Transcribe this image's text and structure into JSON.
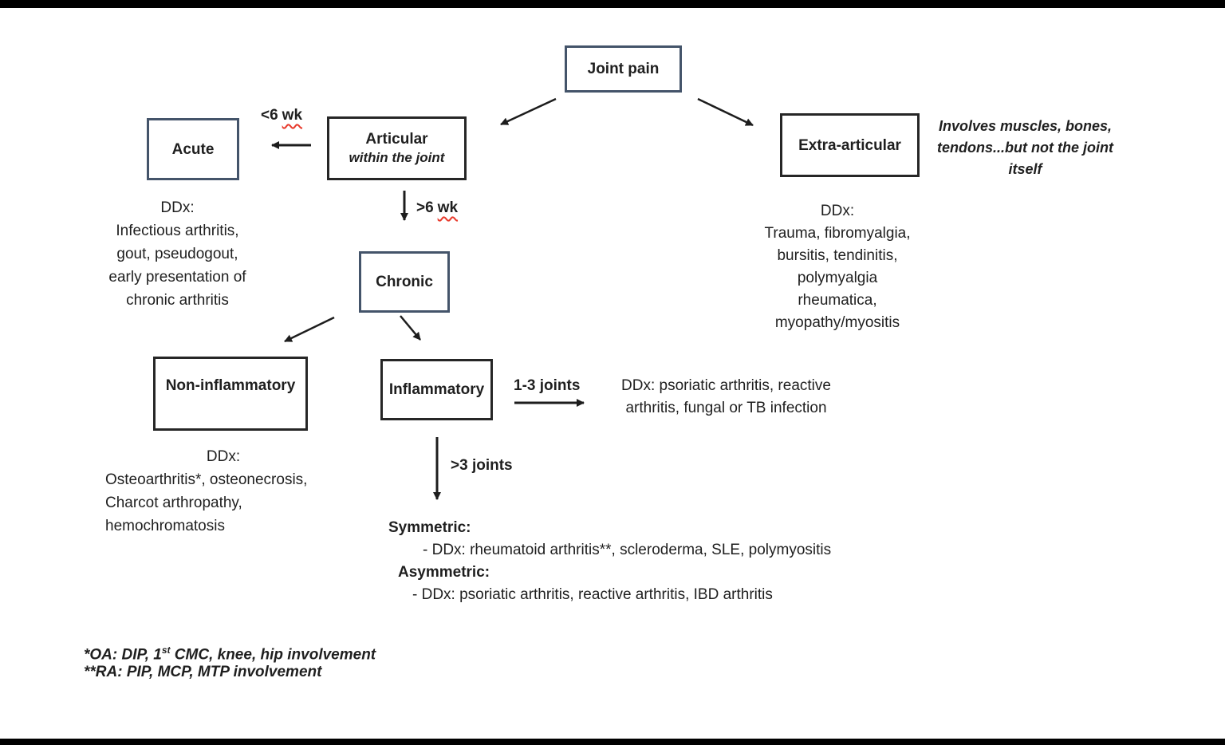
{
  "nodes": {
    "joint_pain": {
      "label": "Joint pain"
    },
    "acute": {
      "label": "Acute"
    },
    "articular": {
      "label": "Articular",
      "sublabel": "within the joint"
    },
    "extra_articular": {
      "label": "Extra-articular"
    },
    "chronic": {
      "label": "Chronic"
    },
    "non_inflammatory": {
      "label": "Non-inflammatory"
    },
    "inflammatory": {
      "label": "Inflammatory"
    }
  },
  "edges": {
    "lt6wk": {
      "prefix": "<6",
      "word": "wk"
    },
    "gt6wk": {
      "prefix": ">6",
      "word": "wk"
    },
    "joints13": {
      "label": "1-3 joints"
    },
    "joints3plus": {
      "label": ">3 joints"
    }
  },
  "notes": {
    "acute_ddx": {
      "lines": [
        "DDx:",
        "Infectious arthritis,",
        "gout, pseudogout,",
        "early presentation of",
        "chronic arthritis"
      ]
    },
    "extra_articular_note": {
      "lines": [
        "Involves muscles, bones,",
        "tendons...but not the joint",
        "itself"
      ]
    },
    "extra_articular_ddx": {
      "lines": [
        "DDx:",
        "Trauma, fibromyalgia,",
        "bursitis, tendinitis,",
        "polymyalgia",
        "rheumatica,",
        "myopathy/myositis"
      ]
    },
    "non_inflammatory_ddx": {
      "title": "DDx:",
      "lines": [
        "Osteoarthritis*, osteonecrosis,",
        "Charcot arthropathy,",
        "hemochromatosis"
      ]
    },
    "inflammatory_13_ddx": {
      "lines": [
        "DDx: psoriatic arthritis, reactive",
        "arthritis, fungal or TB infection"
      ]
    },
    "symmetric": {
      "title": "Symmetric:",
      "ddx": "- DDx: rheumatoid arthritis**, scleroderma, SLE, polymyositis"
    },
    "asymmetric": {
      "title": "Asymmetric:",
      "ddx": "- DDx: psoriatic arthritis, reactive arthritis, IBD arthritis"
    }
  },
  "footnotes": {
    "oa_prefix": "*OA: DIP, 1",
    "oa_sup": "st",
    "oa_suffix": " CMC, knee, hip involvement",
    "ra": "**RA: PIP, MCP, MTP involvement"
  },
  "colors": {
    "accent_border": "#44546a",
    "black_border": "#262626",
    "squiggle_red": "#e8392b",
    "text": "#1f1f1f"
  }
}
